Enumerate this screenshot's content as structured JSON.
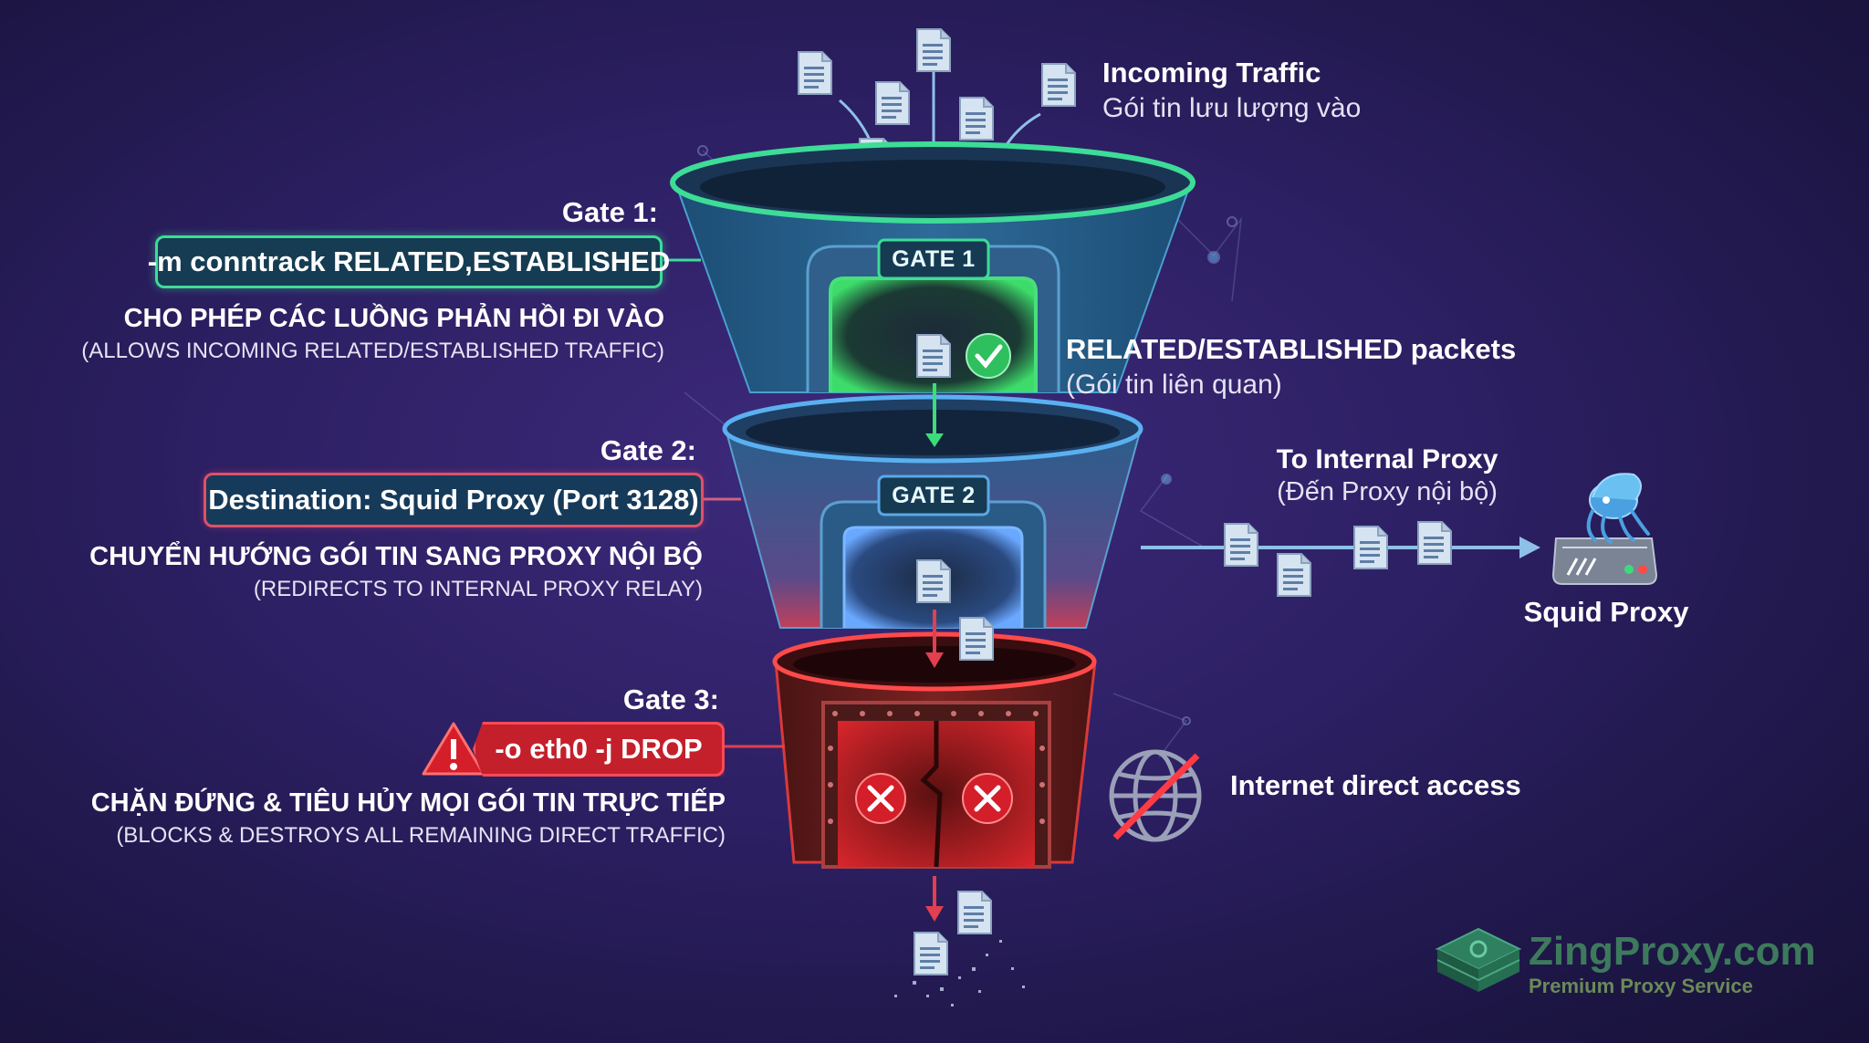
{
  "incoming": {
    "title": "Incoming Traffic",
    "subtitle": "Gói tin lưu lượng vào"
  },
  "gates": [
    {
      "gate_label": "GATE 1",
      "title": "Gate 1:",
      "rule": "-m conntrack RELATED,ESTABLISHED",
      "heading_vn": "CHO PHÉP CÁC LUỒNG PHẢN HỒI ĐI VÀO",
      "heading_en": "(ALLOWS INCOMING RELATED/ESTABLISHED TRAFFIC)",
      "accent": "#3ddc97"
    },
    {
      "gate_label": "GATE 2",
      "title": "Gate 2:",
      "rule": "Destination: Squid Proxy (Port 3128)",
      "heading_vn": "CHUYỂN HƯỚNG GÓI TIN SANG PROXY NỘI BỘ",
      "heading_en": "(REDIRECTS TO INTERNAL PROXY RELAY)",
      "accent": "#4aa8e8"
    },
    {
      "gate_label": "",
      "title": "Gate 3:",
      "rule": "-o eth0 -j DROP",
      "heading_vn": "CHẶN ĐỨNG & TIÊU HỦY MỌI GÓI TIN TRỰC TIẾP",
      "heading_en": "(BLOCKS & DESTROYS ALL REMAINING DIRECT TRAFFIC)",
      "accent": "#ff3b45"
    }
  ],
  "related": {
    "title": "RELATED/ESTABLISHED packets",
    "subtitle": "(Gói tin liên quan)"
  },
  "to_proxy": {
    "title": "To Internal Proxy",
    "subtitle": "(Đến Proxy nội bộ)"
  },
  "squid": {
    "label": "Squid Proxy"
  },
  "internet": {
    "label": "Internet direct access"
  },
  "brand": {
    "name": "ZingProxy.com",
    "tagline": "Premium Proxy Service"
  },
  "icons": {
    "packet": "document-icon",
    "allowed": "check-circle-icon",
    "blocked": "x-circle-icon",
    "warning": "warning-triangle-icon",
    "internet": "globe-blocked-icon",
    "proxy": "squid-server-icon",
    "logo": "zingproxy-logo-icon"
  },
  "colors": {
    "background": "#2c1f62",
    "allow": "#3ddc97",
    "redirect": "#4aa8e8",
    "drop": "#ff3b45",
    "brand": "#3d7a5c"
  }
}
